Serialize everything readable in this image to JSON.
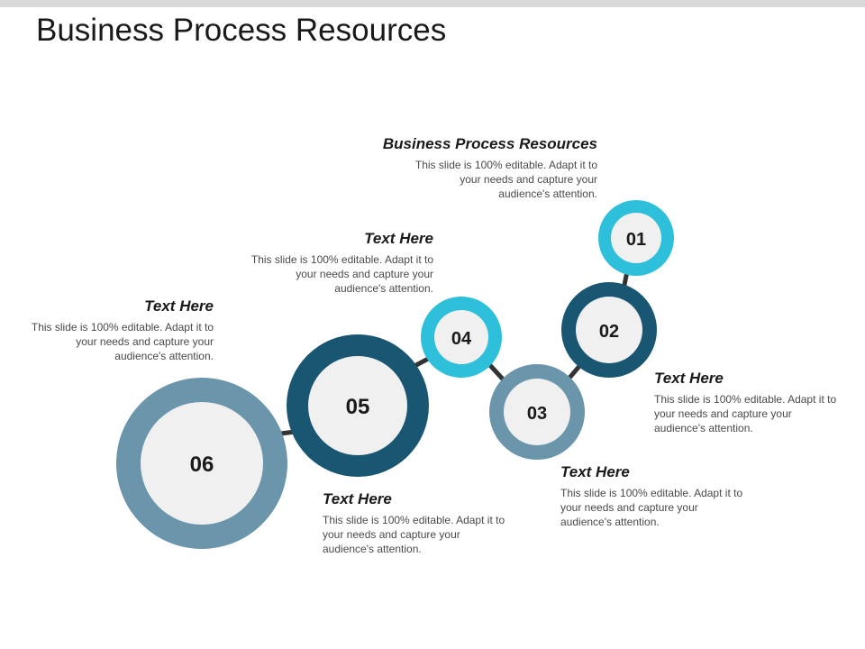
{
  "title": "Business Process Resources",
  "colors": {
    "light_blue": "#2ec0db",
    "dark_blue": "#195672",
    "steel_blue": "#6a95ab",
    "inner_fill": "#f0f0f0",
    "connector": "#333333"
  },
  "steps": [
    {
      "number": "01",
      "heading": "Business Process Resources",
      "description": "This slide is 100% editable. Adapt it to your needs and capture your audience's attention."
    },
    {
      "number": "02",
      "heading": "Text Here",
      "description": "This slide is 100% editable. Adapt it to your needs and capture your audience's attention."
    },
    {
      "number": "03",
      "heading": "Text Here",
      "description": "This slide is 100% editable. Adapt it to your needs and capture your audience's attention."
    },
    {
      "number": "04",
      "heading": "Text Here",
      "description": "This slide is 100% editable. Adapt it to your needs and capture your audience's attention."
    },
    {
      "number": "05",
      "heading": "Text Here",
      "description": "This slide is 100% editable. Adapt it to your needs and capture your audience's attention."
    },
    {
      "number": "06",
      "heading": "Text Here",
      "description": "This slide is 100% editable. Adapt it to your needs and capture your audience's attention."
    }
  ]
}
